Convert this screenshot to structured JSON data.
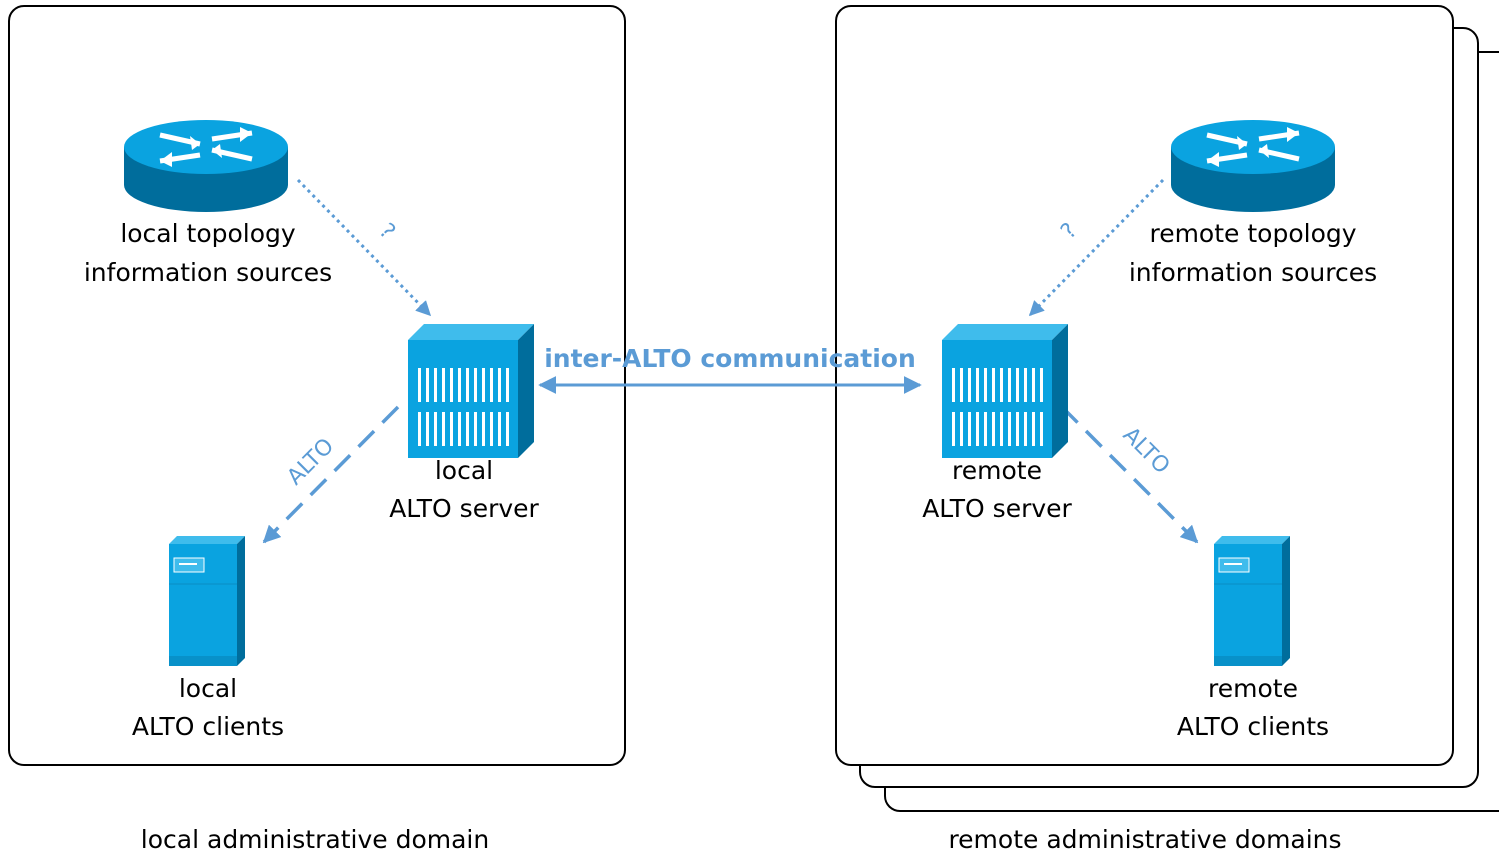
{
  "colors": {
    "accent": "#5b9bd5",
    "device_blue": "#0aa3e0",
    "device_dark": "#006d9c",
    "frame": "#000000"
  },
  "domains": {
    "local": {
      "caption": "local administrative domain"
    },
    "remote": {
      "caption": "remote administrative domains"
    }
  },
  "nodes": {
    "local_sources": {
      "line1": "local topology",
      "line2": "information sources",
      "icon": "router-icon"
    },
    "local_server": {
      "line1": "local",
      "line2": "ALTO server",
      "icon": "server-icon"
    },
    "local_clients": {
      "line1": "local",
      "line2": "ALTO clients",
      "icon": "client-tower-icon"
    },
    "remote_sources": {
      "line1": "remote topology",
      "line2": "information sources",
      "icon": "router-icon"
    },
    "remote_server": {
      "line1": "remote",
      "line2": "ALTO server",
      "icon": "server-icon"
    },
    "remote_clients": {
      "line1": "remote",
      "line2": "ALTO clients",
      "icon": "client-tower-icon"
    }
  },
  "edges": {
    "local_query_mark": "?",
    "remote_query_mark": "?",
    "local_alto": "ALTO",
    "remote_alto": "ALTO",
    "inter_alto": "inter-ALTO communication"
  }
}
